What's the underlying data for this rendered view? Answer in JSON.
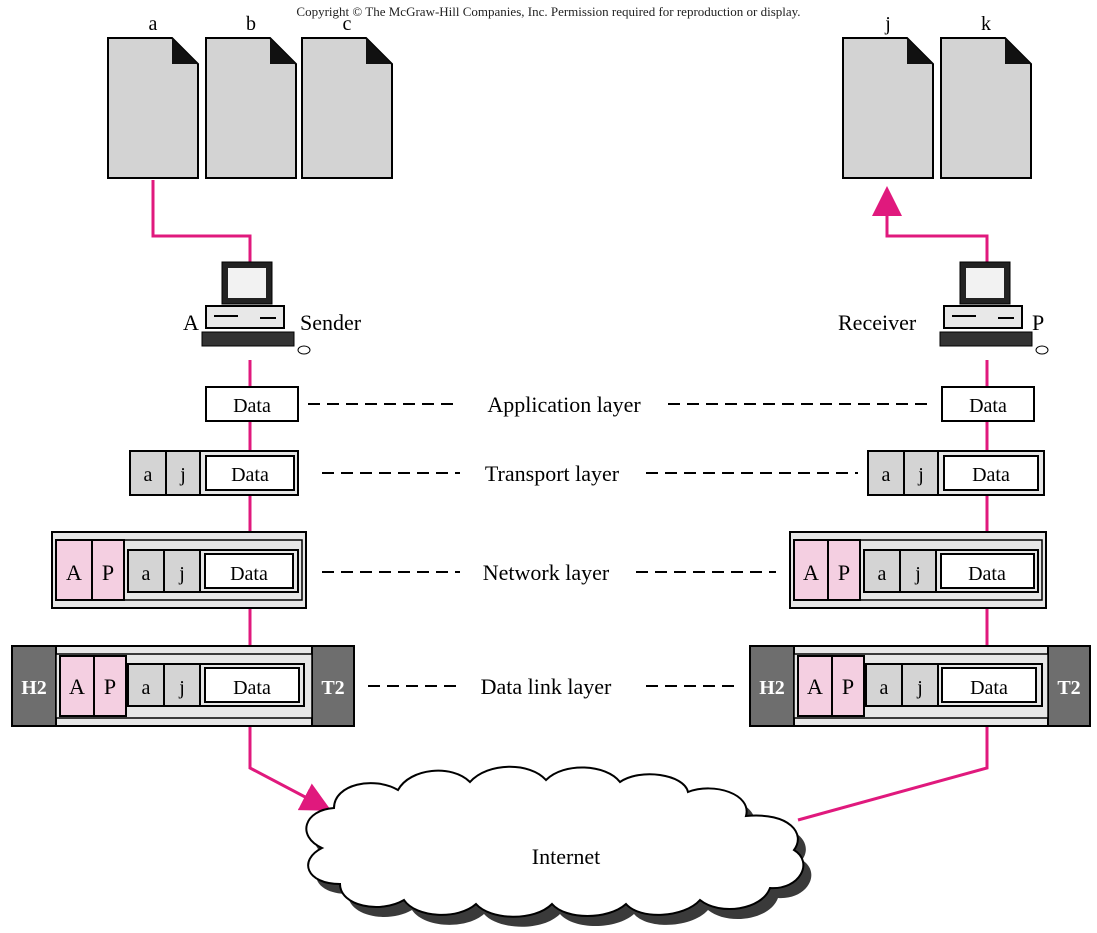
{
  "copyright": "Copyright © The McGraw-Hill Companies, Inc. Permission required for reproduction or display.",
  "colors": {
    "accent": "#e0197d",
    "pink_cell": "#f4cfe1",
    "gray_cell": "#d4d4d4",
    "dark_cell": "#6e6e6e",
    "doc_fill": "#d3d3d3",
    "frame_fill": "#e6e6e6"
  },
  "sender": {
    "files": [
      "a",
      "b",
      "c"
    ],
    "host_letter": "A",
    "role": "Sender"
  },
  "receiver": {
    "files": [
      "j",
      "k"
    ],
    "host_letter": "P",
    "role": "Receiver"
  },
  "layers": {
    "application": "Application layer",
    "transport": "Transport layer",
    "network": "Network layer",
    "datalink": "Data link layer"
  },
  "packet": {
    "data": "Data",
    "src_port": "a",
    "dst_port": "j",
    "src_addr": "A",
    "dst_addr": "P",
    "header": "H2",
    "trailer": "T2"
  },
  "internet": "Internet"
}
